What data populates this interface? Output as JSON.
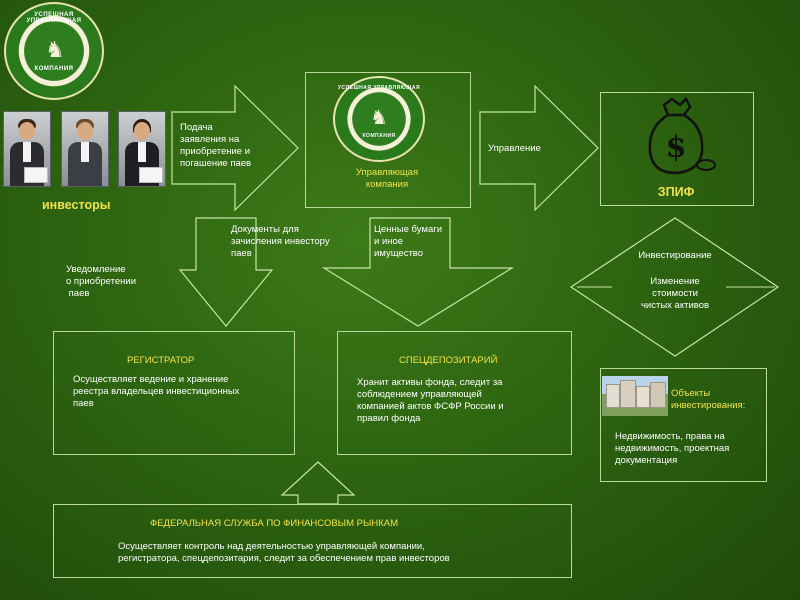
{
  "logo": {
    "arc_text": "УСПЕШНАЯ УПРАВЛЯЮЩАЯ",
    "inner_text": "КОМПАНИЯ"
  },
  "investors": {
    "label": "инвесторы"
  },
  "arrows": {
    "application": "Подача\nзаявления на\nприобретение и\nпогашение паев",
    "management": "Управление",
    "documents": "Документы для\nзачисления инвестору\nпаев",
    "securities": "Ценные бумаги\nи иное\nимущество",
    "notification": "Уведомление\nо приобретении\n паев"
  },
  "management_company": {
    "label": "Управляющая\nкомпания"
  },
  "fund": {
    "label": "ЗПИФ",
    "icon": "money-bag-icon"
  },
  "diamond": {
    "top": "Инвестирование",
    "bottom": "Изменение\nстоимости\nчистых активов"
  },
  "registrar": {
    "title": "РЕГИСТРАТОР",
    "text": "Осуществляет ведение и хранение\nреестра владельцев инвестиционных\nпаев"
  },
  "depositary": {
    "title": "СПЕЦДЕПОЗИТАРИЙ",
    "text": "Хранит активы фонда, следит за\nсоблюдением управляющей\nкомпанией актов ФСФР России и\nправил фонда"
  },
  "objects": {
    "title": "Объекты\nинвестирования:",
    "text": "Недвижимость, права на\nнедвижимость, проектная\nдокументация"
  },
  "fsfr": {
    "title": "ФЕДЕРАЛЬНАЯ СЛУЖБА ПО ФИНАНСОВЫМ РЫНКАМ",
    "text": "Осуществляет контроль над деятельностью управляющей компании,\nрегистратора, спецдепозитария, следит за обеспечением прав инвесторов"
  },
  "colors": {
    "accent_yellow": "#f2e34a",
    "box_border": "#b9d99a",
    "logo_gold": "#c9a94a"
  }
}
